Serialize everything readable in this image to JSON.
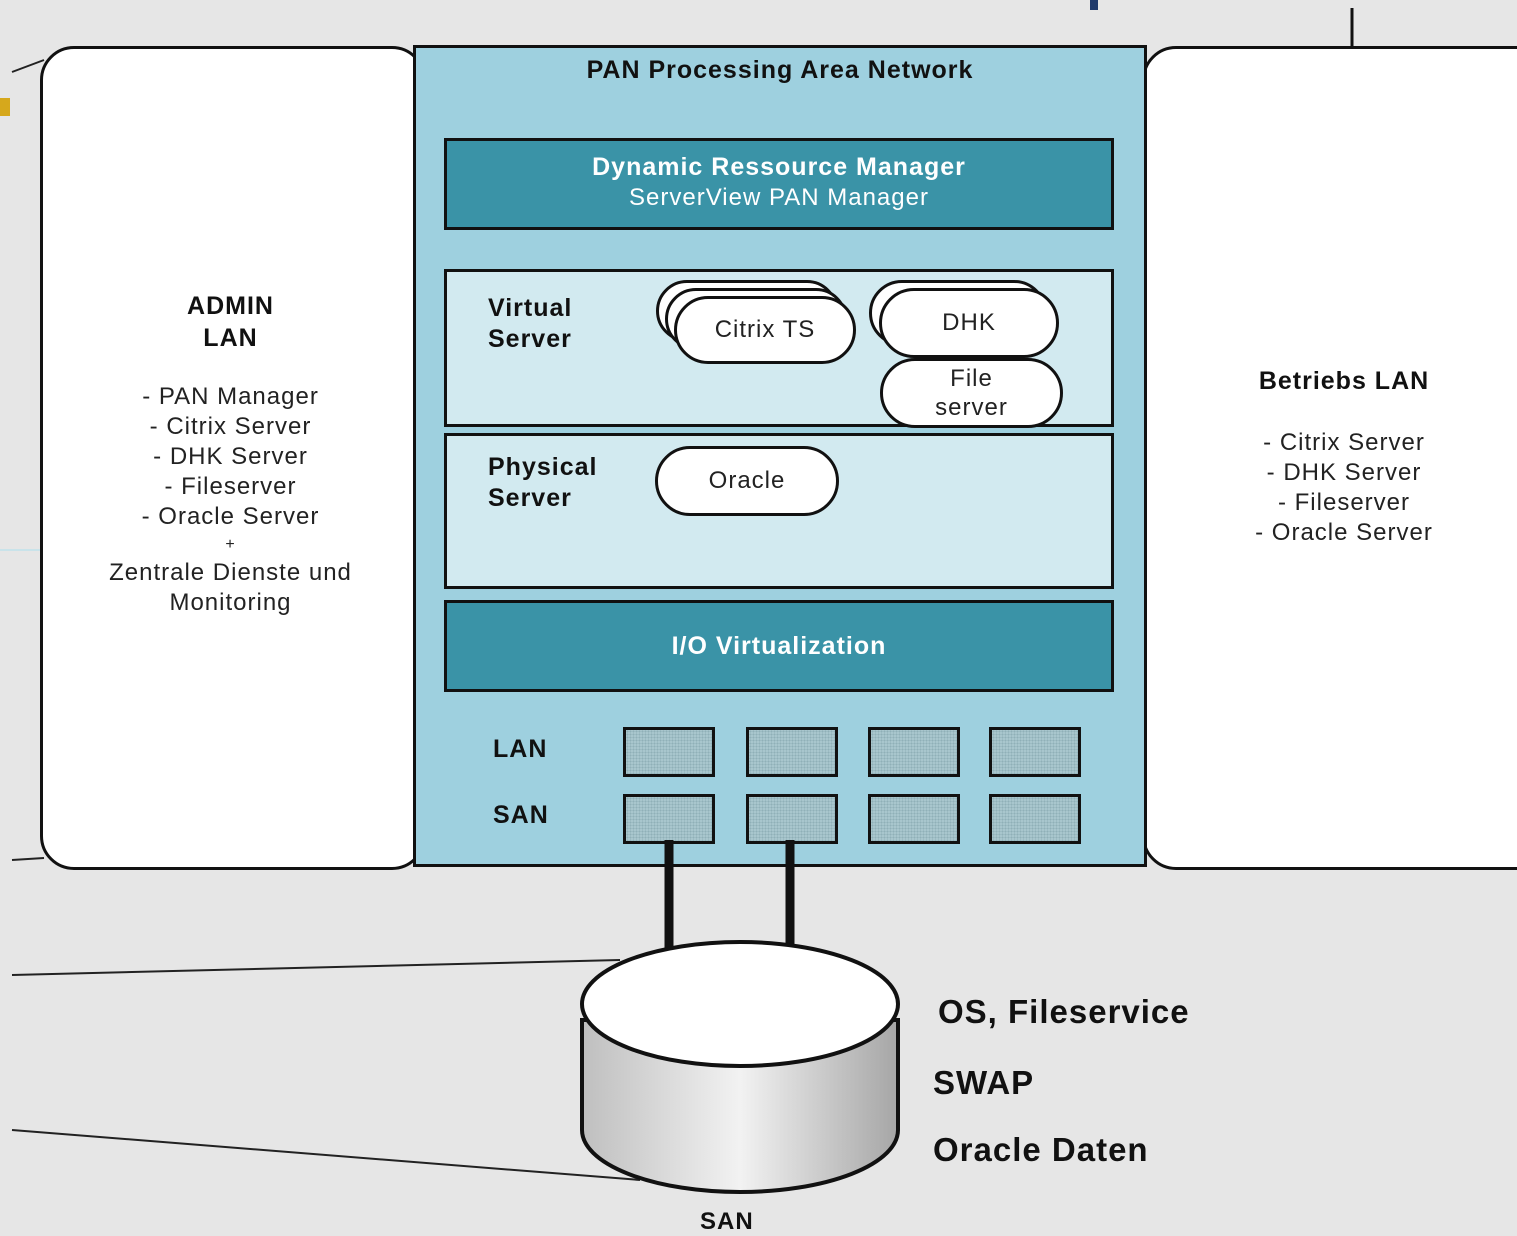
{
  "pan": {
    "title": "PAN Processing Area Network",
    "resource_manager": {
      "title": "Dynamic Ressource Manager",
      "subtitle": "ServerView PAN Manager"
    },
    "virtual_server": {
      "label_line1": "Virtual",
      "label_line2": "Server",
      "nodes": {
        "citrix": "Citrix TS",
        "dhk": "DHK",
        "file_line1": "File",
        "file_line2": "server"
      }
    },
    "physical_server": {
      "label_line1": "Physical",
      "label_line2": "Server",
      "nodes": {
        "oracle": "Oracle"
      }
    },
    "io_virtualization": "I/O Virtualization",
    "lan_label": "LAN",
    "san_label": "SAN"
  },
  "admin_lan": {
    "title_line1": "ADMIN",
    "title_line2": "LAN",
    "items": [
      "- PAN Manager",
      "- Citrix Server",
      "- DHK Server",
      "- Fileserver",
      "- Oracle Server",
      "+",
      "Zentrale Dienste und",
      "Monitoring"
    ]
  },
  "betriebs_lan": {
    "title": "Betriebs LAN",
    "items": [
      "- Citrix Server",
      "- DHK Server",
      "- Fileserver",
      "-  Oracle Server"
    ]
  },
  "storage": {
    "label": "SAN",
    "contents": [
      "OS, Fileservice",
      "SWAP",
      "Oracle Daten"
    ]
  },
  "colors": {
    "pan_background": "#9ed0df",
    "dark_band": "#3a93a7",
    "light_band": "#d2eaf0",
    "background": "#e6e6e6"
  }
}
